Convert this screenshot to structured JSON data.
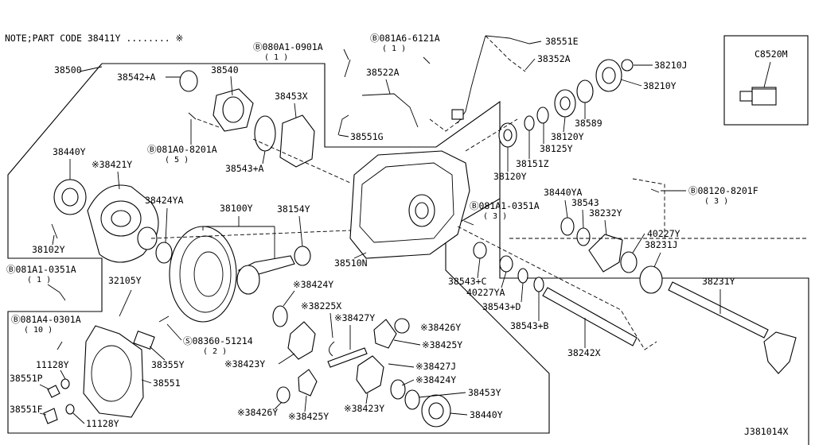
{
  "note": "NOTE;PART CODE  38411Y ........ ※",
  "diagram_code": "J381014X",
  "callouts": {
    "p38500": "38500",
    "p38542a": "38542+A",
    "p38540": "38540",
    "p38453x": "38453X",
    "p081a0_0901a": "Ⓑ080A1-0901A",
    "p081a0_0901a_q": "( 1 )",
    "p38522a": "38522A",
    "p081a6_6121a": "Ⓑ081A6-6121A",
    "p081a6_6121a_q": "( 1 )",
    "p38551e": "38551E",
    "p38352a": "38352A",
    "p38210j": "38210J",
    "p38210y": "38210Y",
    "pc8520m": "C8520M",
    "p38589": "38589",
    "p38120y_a": "38120Y",
    "p38125y": "38125Y",
    "p38151z": "38151Z",
    "p38120y_b": "38120Y",
    "p38551g": "38551G",
    "p081a0_8201a": "Ⓑ081A0-8201A",
    "p081a0_8201a_q": "( 5 )",
    "p38543a": "38543+A",
    "p38440y_a": "38440Y",
    "p38421y": "※38421Y",
    "p38424ya": "38424YA",
    "p38100y": "38100Y",
    "p38154y": "38154Y",
    "p38102y": "38102Y",
    "p081a1_0351a_l": "Ⓑ081A1-0351A",
    "p081a1_0351a_l_q": "( 1 )",
    "p38510n": "38510N",
    "p081a1_0351a_r": "Ⓑ081A1-0351A",
    "p081a1_0351a_r_q": "( 3 )",
    "p38440ya": "38440YA",
    "p38543": "38543",
    "p38232y": "38232Y",
    "p08120_8201f": "Ⓑ08120-8201F",
    "p08120_8201f_q": "( 3 )",
    "p40227y": "40227Y",
    "p38231j": "38231J",
    "p38543c": "38543+C",
    "p40227ya": "40227YA",
    "p38543d": "38543+D",
    "p38543b": "38543+B",
    "p38231y": "38231Y",
    "p38242x": "38242X",
    "p32105y": "32105Y",
    "p38424y_a": "※38424Y",
    "p38225x": "※38225X",
    "p38427y": "※38427Y",
    "p38426y_a": "※38426Y",
    "p38425y_a": "※38425Y",
    "p081a4_0301a": "Ⓑ081A4-0301A",
    "p081a4_0301a_q": "( 10 )",
    "p08360_51214": "Ⓢ08360-51214",
    "p08360_51214_q": "( 2 )",
    "p38355y": "38355Y",
    "p38423y_a": "※38423Y",
    "p38427j": "※38427J",
    "p38424y_b": "※38424Y",
    "p11128y_a": "11128Y",
    "p38551p": "38551P",
    "p38551": "38551",
    "p38453y": "38453Y",
    "p38551f": "38551F",
    "p11128y_b": "11128Y",
    "p38426y_b": "※38426Y",
    "p38425y_b": "※38425Y",
    "p38423y_b": "※38423Y",
    "p38440y_b": "38440Y"
  }
}
